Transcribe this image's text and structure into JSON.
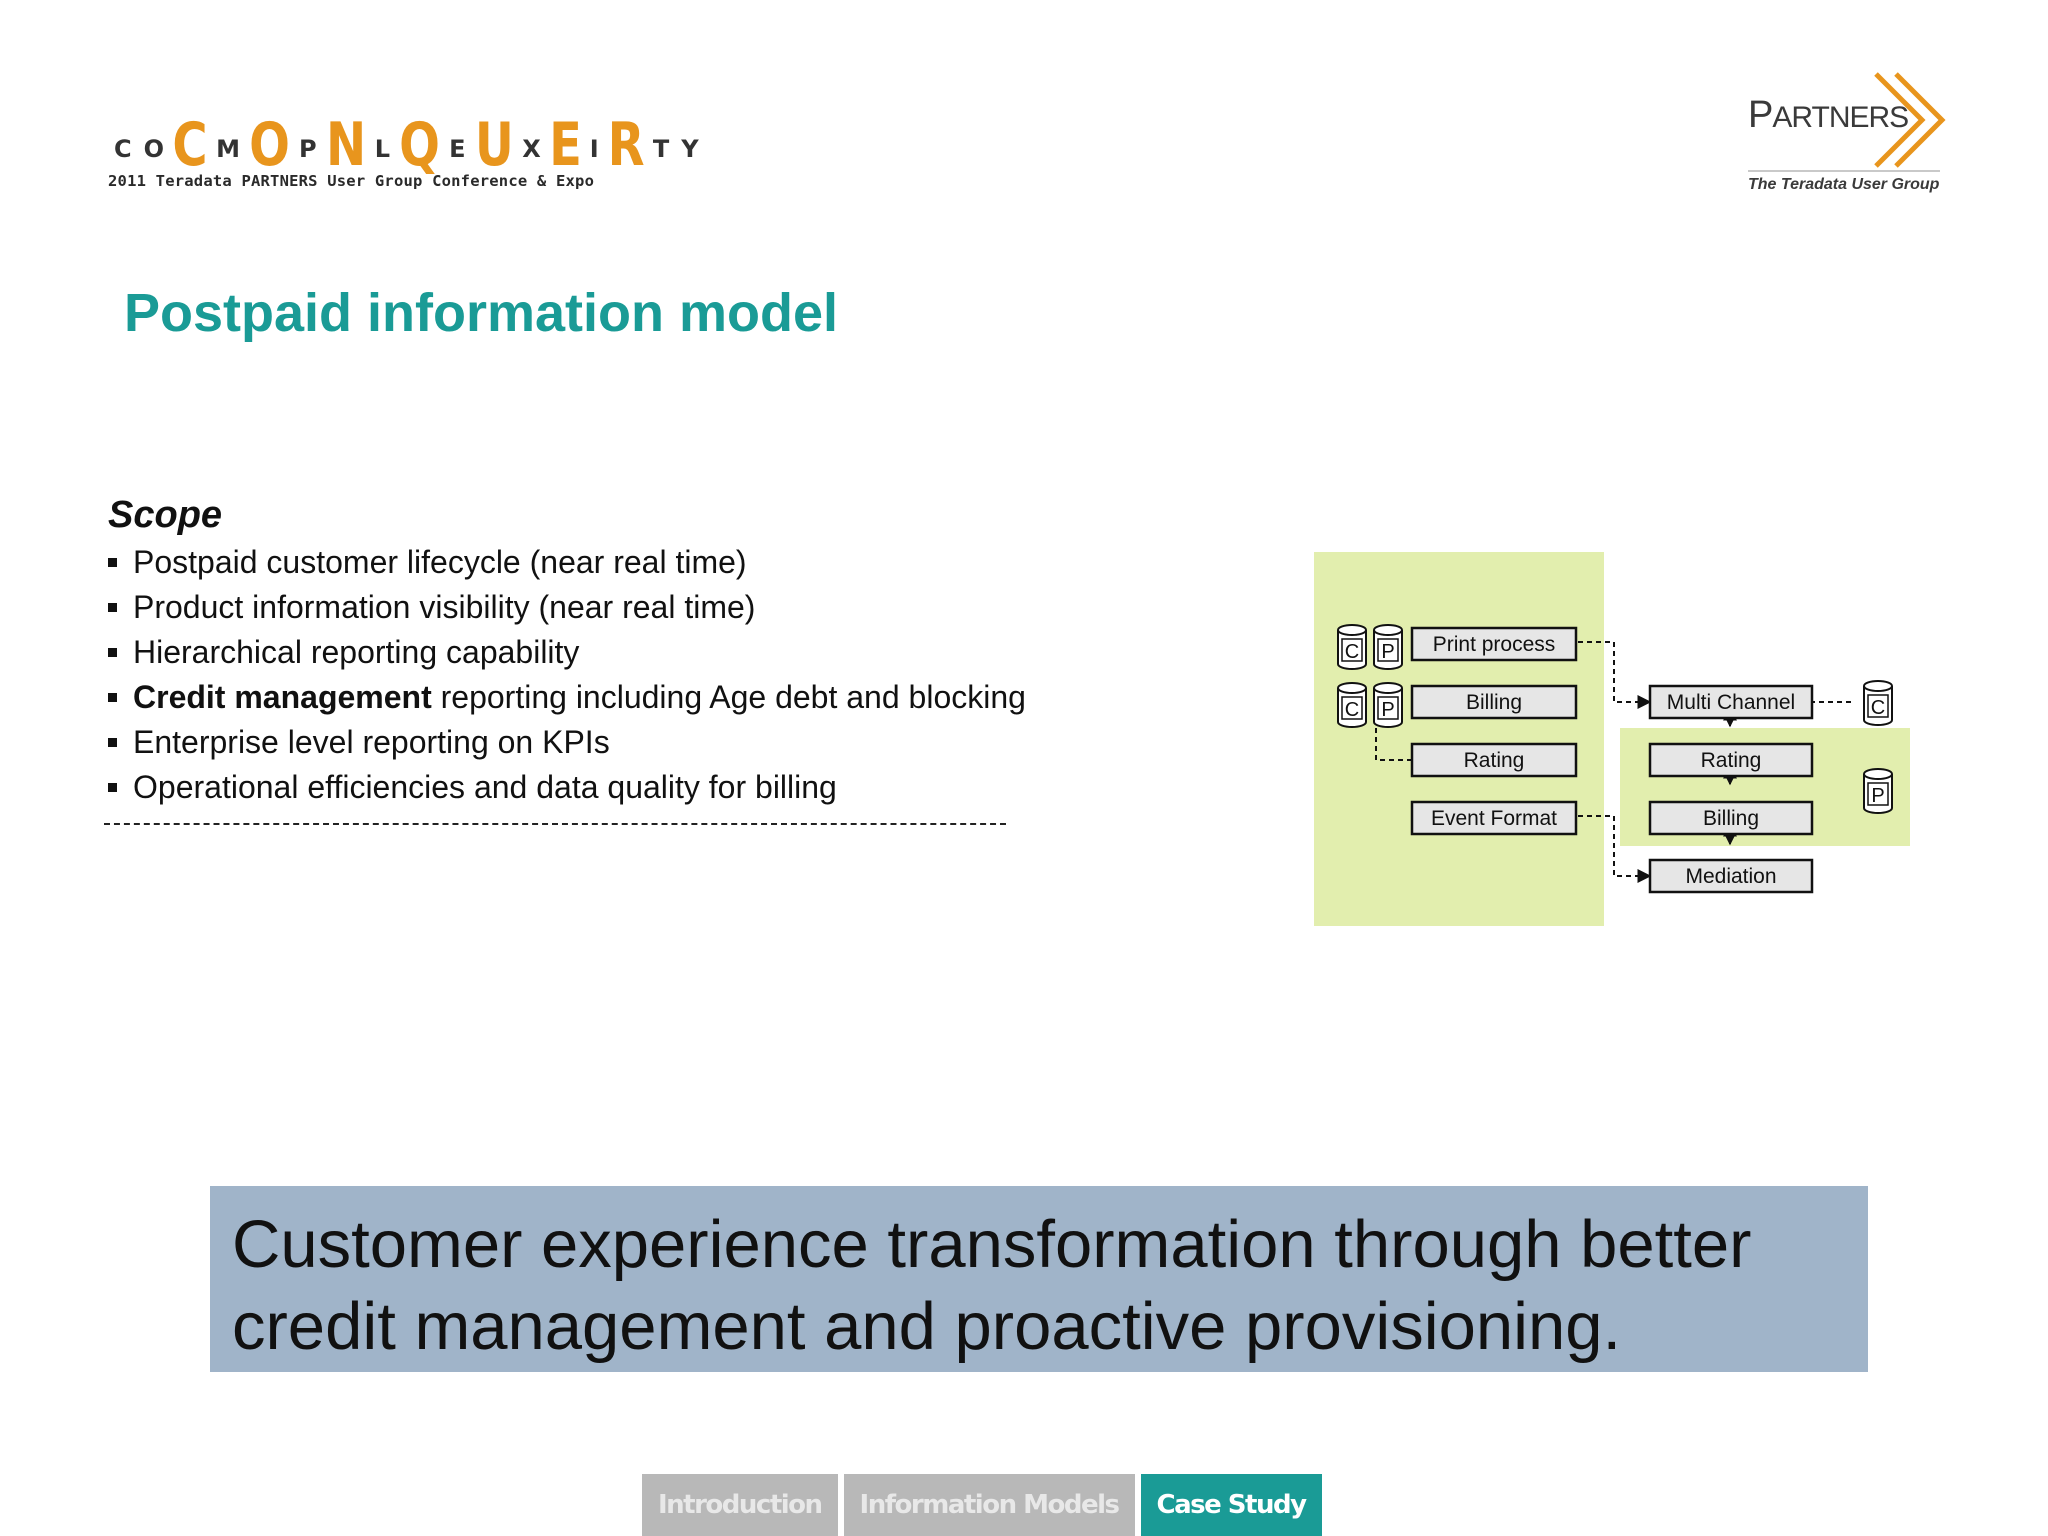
{
  "logo_left": {
    "letters": [
      {
        "ch": "C",
        "big": false
      },
      {
        "ch": "O",
        "big": false
      },
      {
        "ch": "C",
        "big": true
      },
      {
        "ch": "M",
        "big": false
      },
      {
        "ch": "O",
        "big": true
      },
      {
        "ch": "P",
        "big": false
      },
      {
        "ch": "N",
        "big": true
      },
      {
        "ch": "L",
        "big": false
      },
      {
        "ch": "Q",
        "big": true
      },
      {
        "ch": "E",
        "big": false
      },
      {
        "ch": "U",
        "big": true
      },
      {
        "ch": "X",
        "big": false
      },
      {
        "ch": "E",
        "big": true
      },
      {
        "ch": "I",
        "big": false
      },
      {
        "ch": "R",
        "big": true
      },
      {
        "ch": "T",
        "big": false
      },
      {
        "ch": "Y",
        "big": false
      }
    ],
    "subtitle": "2011 Teradata PARTNERS User Group Conference & Expo"
  },
  "logo_right": {
    "word_first": "P",
    "word_rest": "ARTNERS",
    "tagline": "The Teradata User Group"
  },
  "title": "Postpaid information model",
  "scope": {
    "heading": "Scope",
    "items": [
      {
        "bold": "",
        "text": "Postpaid customer lifecycle (near real time)"
      },
      {
        "bold": "",
        "text": "Product information visibility (near real time)"
      },
      {
        "bold": "",
        "text": "Hierarchical reporting capability"
      },
      {
        "bold": "Credit management",
        "text": " reporting including Age debt and blocking"
      },
      {
        "bold": "",
        "text": "Enterprise level reporting on KPIs"
      },
      {
        "bold": "",
        "text": "Operational efficiencies and data quality for billing"
      }
    ]
  },
  "diagram": {
    "left_boxes": [
      "Print process",
      "Billing",
      "Rating",
      "Event Format"
    ],
    "right_boxes": [
      "Multi Channel",
      "Rating",
      "Billing",
      "Mediation"
    ],
    "db_c": "C",
    "db_p": "P",
    "colors": {
      "panel": "#e2eeae",
      "box": "#e6e6e6",
      "stroke": "#111111"
    }
  },
  "banner": {
    "line1": "Customer experience transformation through better",
    "line2": "credit management and proactive provisioning."
  },
  "nav": {
    "tabs": [
      {
        "label": "Introduction",
        "active": false
      },
      {
        "label": "Information Models",
        "active": false
      },
      {
        "label": "Case Study",
        "active": true
      }
    ]
  },
  "colors": {
    "accent": "#1a9b96",
    "logo_orange": "#e8951d",
    "banner": "#a0b4c9",
    "nav_inactive": "#b8b8b8"
  }
}
